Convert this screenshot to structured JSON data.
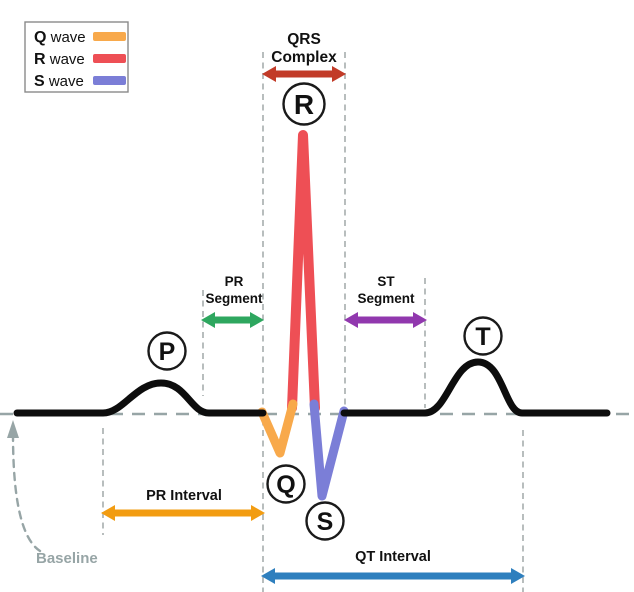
{
  "legend": {
    "items": [
      {
        "letter": "Q",
        "rest": " wave",
        "color": "#F8A94B"
      },
      {
        "letter": "R",
        "rest": " wave",
        "color": "#EE4F55"
      },
      {
        "letter": "S",
        "rest": " wave",
        "color": "#7B7ED7"
      }
    ]
  },
  "labels": {
    "qrs_line1": "QRS",
    "qrs_line2": "Complex",
    "pr_segment_line1": "PR",
    "pr_segment_line2": "Segment",
    "st_segment_line1": "ST",
    "st_segment_line2": "Segment",
    "pr_interval": "PR Interval",
    "qt_interval": "QT Interval",
    "baseline": "Baseline"
  },
  "wave_points": {
    "P": "P",
    "Q": "Q",
    "R": "R",
    "S": "S",
    "T": "T"
  },
  "colors": {
    "q_wave": "#F8A94B",
    "r_wave": "#EE4F55",
    "s_wave": "#7B7ED7",
    "waveform": "#0D0D0D",
    "qrs_arrow": "#C23B28",
    "pr_segment_arrow": "#2EA75F",
    "st_segment_arrow": "#9138AE",
    "pr_interval_arrow": "#F29C11",
    "qt_interval_arrow": "#2E7FBE",
    "baseline_gray": "#97A5A6"
  }
}
